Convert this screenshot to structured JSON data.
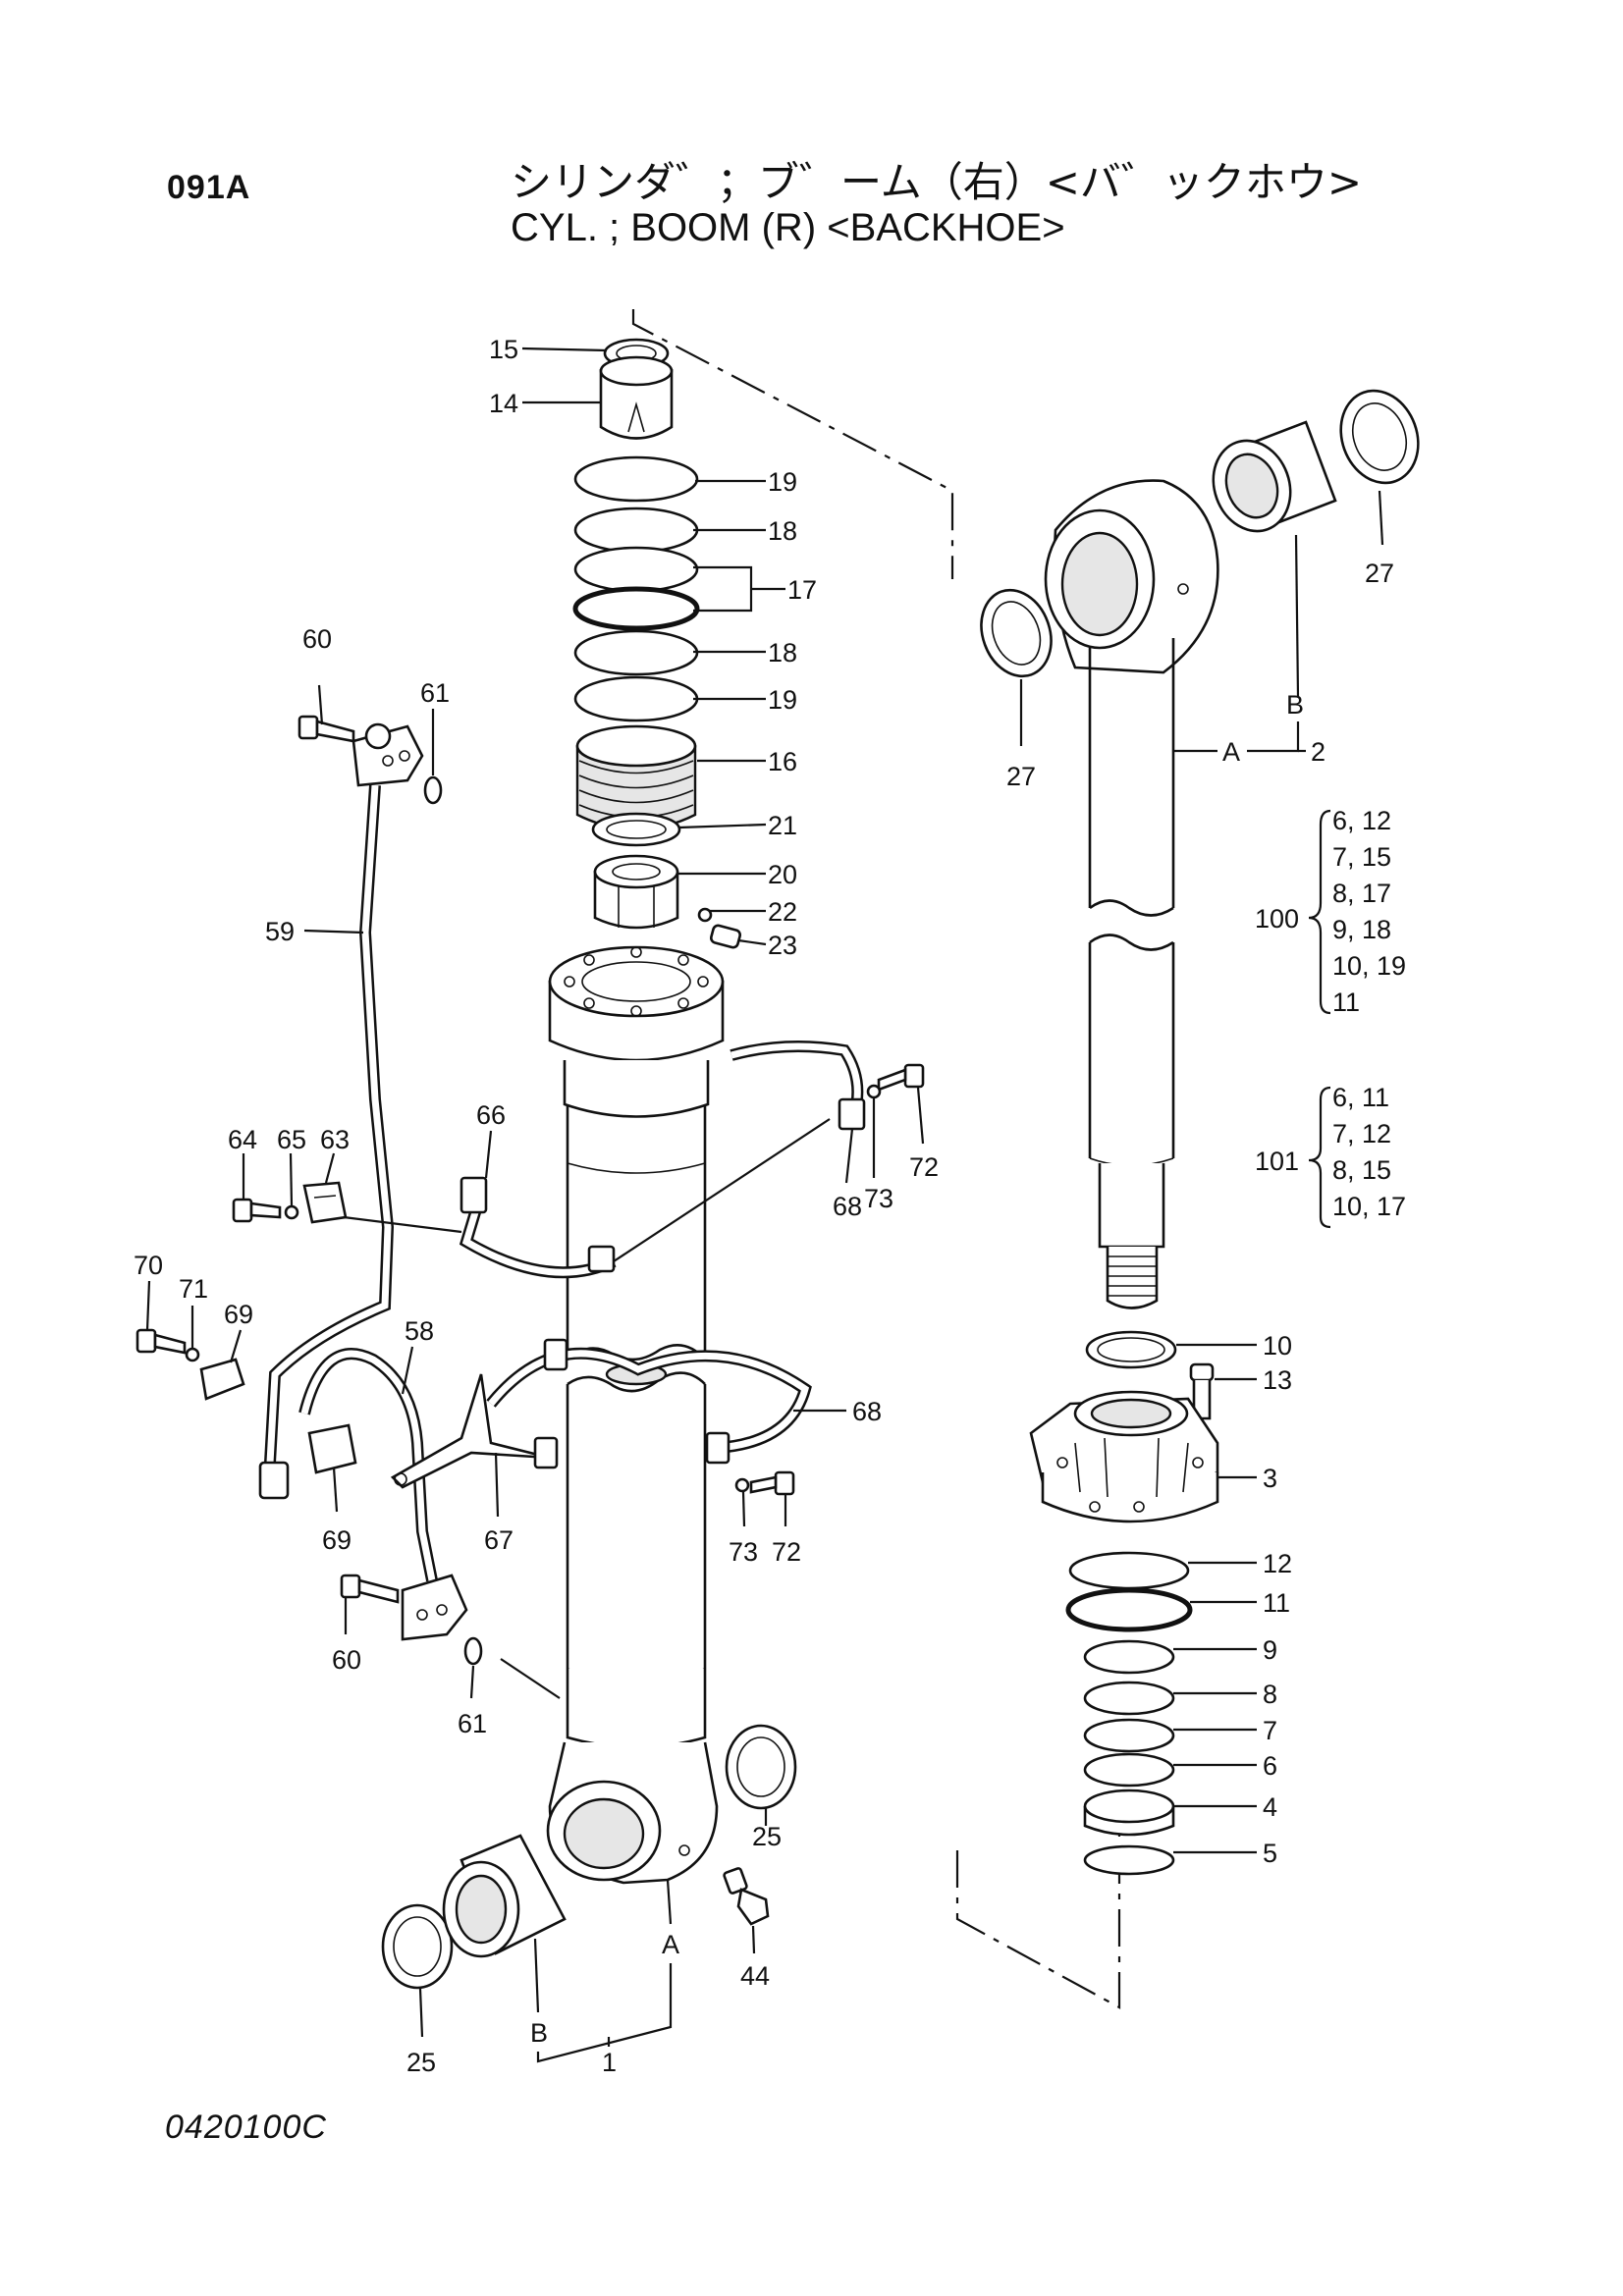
{
  "header": {
    "page_code": "091A",
    "title_jp": "シリンダ゛；ブ゛ーム（右）<バ゛ックホウ>",
    "title_en": "CYL. ; BOOM (R) <BACKHOE>"
  },
  "footer": {
    "doc_code": "0420100C"
  },
  "callouts": {
    "c15": "15",
    "c14": "14",
    "c19a": "19",
    "c18a": "18",
    "c17": "17",
    "c18b": "18",
    "c19b": "19",
    "c16": "16",
    "c21": "21",
    "c20": "20",
    "c22": "22",
    "c23": "23",
    "c60a": "60",
    "c61a": "61",
    "c59": "59",
    "c66": "66",
    "c64": "64",
    "c65": "65",
    "c63": "63",
    "c68a": "68",
    "c73a": "73",
    "c72a": "72",
    "c70": "70",
    "c71": "71",
    "c69a": "69",
    "c58": "58",
    "c68b": "68",
    "c69b": "69",
    "c67": "67",
    "c73b": "73",
    "c72b": "72",
    "c60b": "60",
    "c61b": "61",
    "c25a": "25",
    "c44": "44",
    "c25b": "25",
    "cA1": "A",
    "cB1": "B",
    "c1": "1",
    "c27a": "27",
    "c27b": "27",
    "cB2": "B",
    "cA2": "A",
    "c2": "2",
    "c10": "10",
    "c13": "13",
    "c3": "3",
    "c12": "12",
    "c11": "11",
    "c9": "9",
    "c8": "8",
    "c7": "7",
    "c6": "6",
    "c4": "4",
    "c5": "5"
  },
  "kits": {
    "k100": {
      "label": "100",
      "items": [
        "6, 12",
        "7, 15",
        "8, 17",
        "9, 18",
        "10, 19",
        "11"
      ]
    },
    "k101": {
      "label": "101",
      "items": [
        "6, 11",
        "7, 12",
        "8, 15",
        "10, 17"
      ]
    }
  }
}
